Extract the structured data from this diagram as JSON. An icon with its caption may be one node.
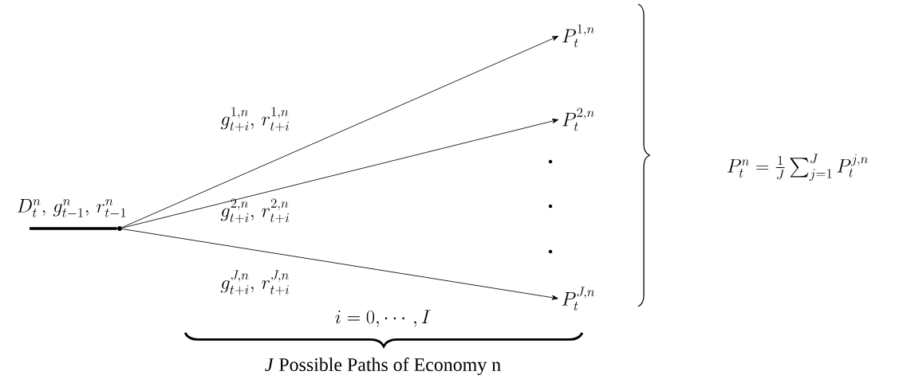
{
  "diagram": {
    "nodes": [
      {
        "text": [],
        "shape": "circle"
      },
      {
        "text": [
          "P_t^{1,n}"
        ]
      },
      {
        "text": [
          "P_t^{2,n}"
        ]
      },
      {
        "text": [
          "P_t^{J,n}"
        ]
      }
    ],
    "edges": [
      {
        "from": null,
        "to": 0,
        "arrow": "none",
        "style": "thick",
        "label": "D_t^n,\\, g_{t-1}^n,\\, r_{t-1}^n"
      },
      {
        "from": 0,
        "to": 1,
        "arrow": "to",
        "label": "g_{t+i}^{1,n},\\, r_{t+i}^{1,n}"
      },
      {
        "from": 0,
        "to": 2,
        "arrow": "to",
        "label": "g_{t+i}^{2,n},\\, r_{t+i}^{2,n}"
      },
      {
        "from": 0,
        "to": 3,
        "arrow": "to",
        "label": "g_{t+i}^{J,n},\\, r_{t+i}^{J,n}"
      }
    ],
    "labels": [
      "i = 0, \\cdots, I",
      "*J* Possible Paths of Economy n",
      "P_t^n = \\frac{1}{J}\\sum_{j=1}^J P_t^{j,n}"
    ]
  }
}
